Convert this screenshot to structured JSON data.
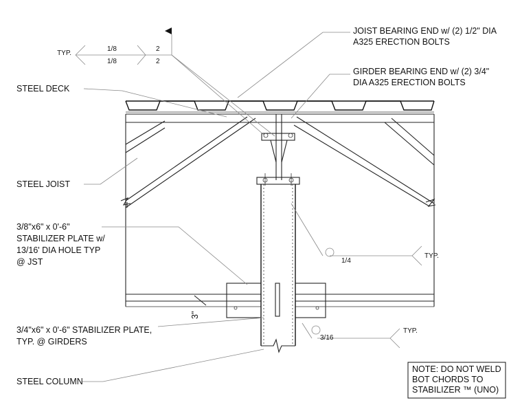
{
  "labels": {
    "joist_bearing_line1": "JOIST BEARING END w/ (2) 1/2\" DIA",
    "joist_bearing_line2": "A325 ERECTION BOLTS",
    "girder_bearing_line1": "GIRDER BEARING END w/ (2) 3/4\"",
    "girder_bearing_line2": "DIA A325 ERECTION BOLTS",
    "steel_deck": "STEEL DECK",
    "steel_joist": "STEEL JOIST",
    "stabilizer_small_line1": "3/8\"x6\" x 0'-6\"",
    "stabilizer_small_line2": "STABILIZER PLATE w/",
    "stabilizer_small_line3": "13/16' DIA HOLE TYP",
    "stabilizer_small_line4": "@ JST",
    "stabilizer_large_line1": "3/4\"x6\" x 0'-6\" STABILIZER PLATE,",
    "stabilizer_large_line2": "TYP. @ GIRDERS",
    "steel_column": "STEEL COLUMN"
  },
  "weld_symbol_top": {
    "typ": "TYP.",
    "upper_size": "1/8",
    "upper_pitch": "2",
    "lower_size": "1/8",
    "lower_pitch": "2"
  },
  "weld_symbol_right": {
    "size": "1/4",
    "typ": "TYP."
  },
  "weld_symbol_bottom": {
    "size": "3/16",
    "typ": "TYP."
  },
  "dimension": {
    "value": "3\""
  },
  "note": {
    "line1": "NOTE: DO NOT WELD",
    "line2": "BOT CHORDS TO",
    "line3": "STABILIZER ™ (UNO)"
  }
}
